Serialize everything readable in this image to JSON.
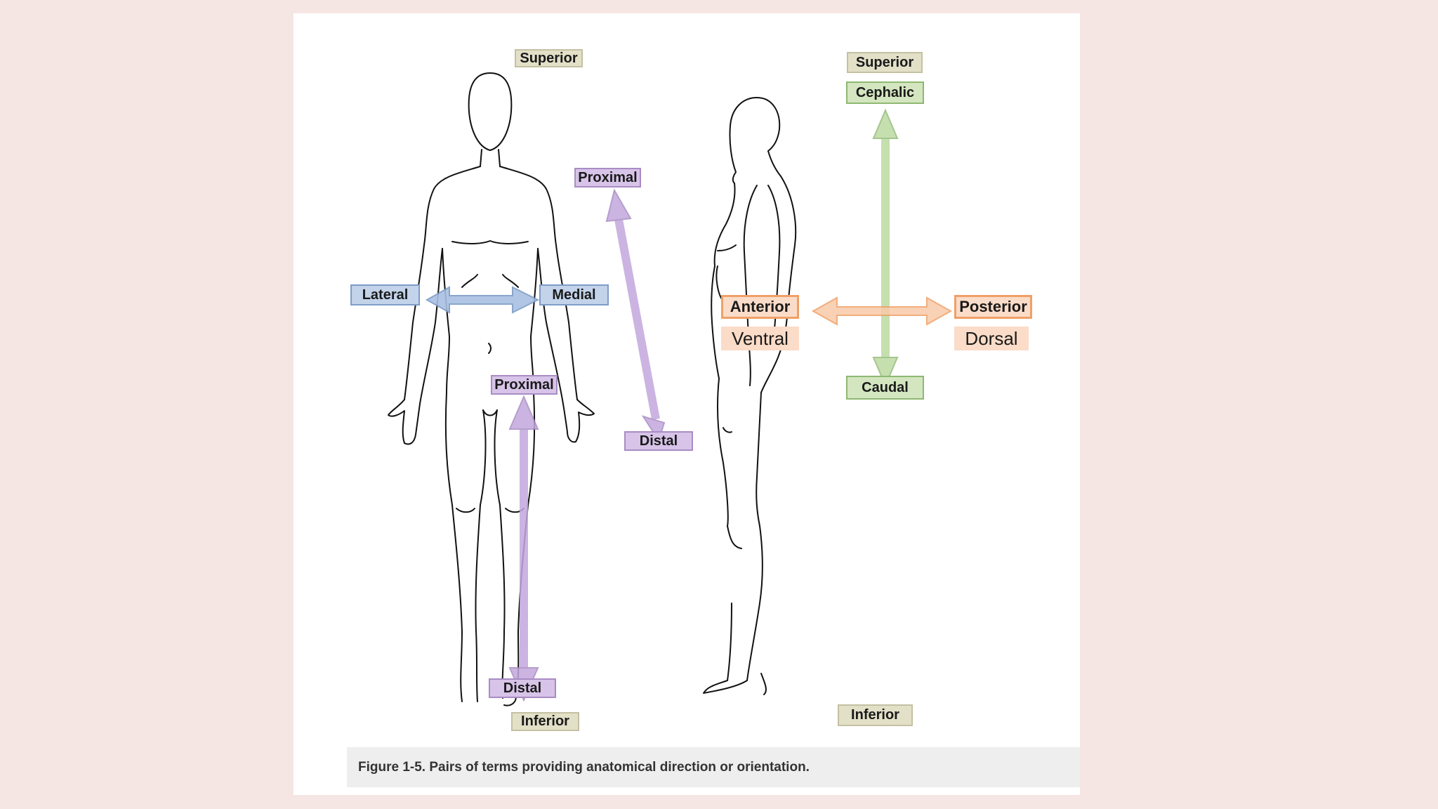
{
  "front_view": {
    "superior": "Superior",
    "inferior": "Inferior",
    "lateral": "Lateral",
    "medial": "Medial",
    "arm_proximal": "Proximal",
    "arm_distal": "Distal",
    "leg_proximal": "Proximal",
    "leg_distal": "Distal"
  },
  "side_view": {
    "superior": "Superior",
    "cephalic": "Cephalic",
    "anterior": "Anterior",
    "ventral": "Ventral",
    "posterior": "Posterior",
    "dorsal": "Dorsal",
    "caudal": "Caudal",
    "inferior": "Inferior"
  },
  "caption": "Figure 1-5. Pairs of terms providing anatomical direction or orientation.",
  "colors": {
    "page_background": "#f5e6e4",
    "tan_label": "#e3e0c8",
    "purple": "#c3a8de",
    "blue": "#a9c0e2",
    "green": "#b9d89c",
    "orange": "#f9c9a8"
  }
}
